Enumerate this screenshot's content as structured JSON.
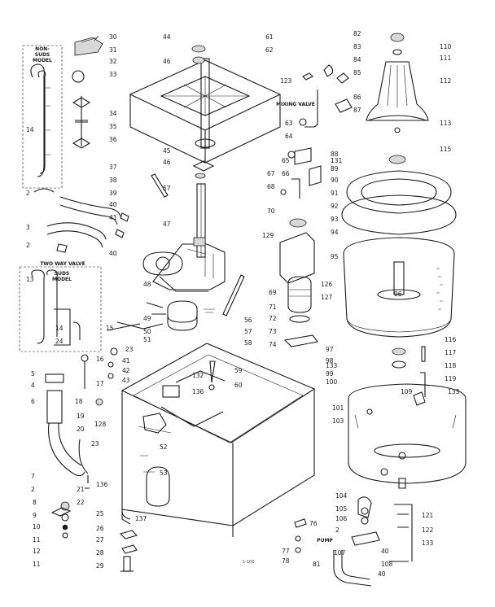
{
  "captions": {
    "non_suds": "NON-\nSUDS\nMODEL",
    "two_way": "TWO WAY VALVE",
    "suds": "SUDS\nMODEL",
    "mixing_valve": "MIXING VALVE",
    "pump": "PUMP",
    "code": "1-100"
  },
  "part_labels": [
    {
      "text": "30"
    },
    {
      "text": "31"
    },
    {
      "text": "32"
    },
    {
      "text": "33"
    },
    {
      "text": "34"
    },
    {
      "text": "35"
    },
    {
      "text": "36"
    },
    {
      "text": "14"
    },
    {
      "text": "2"
    },
    {
      "text": "3"
    },
    {
      "text": "2"
    },
    {
      "text": "37"
    },
    {
      "text": "38"
    },
    {
      "text": "39"
    },
    {
      "text": "40"
    },
    {
      "text": "41"
    },
    {
      "text": "40"
    },
    {
      "text": "44"
    },
    {
      "text": "46"
    },
    {
      "text": "45"
    },
    {
      "text": "46"
    },
    {
      "text": "47"
    },
    {
      "text": "48"
    },
    {
      "text": "49"
    },
    {
      "text": "50"
    },
    {
      "text": "51"
    },
    {
      "text": "57"
    },
    {
      "text": "61"
    },
    {
      "text": "62"
    },
    {
      "text": "67"
    },
    {
      "text": "68"
    },
    {
      "text": "70"
    },
    {
      "text": "129"
    },
    {
      "text": "56"
    },
    {
      "text": "57"
    },
    {
      "text": "58"
    },
    {
      "text": "59"
    },
    {
      "text": "60"
    },
    {
      "text": "132"
    },
    {
      "text": "136"
    },
    {
      "text": "82"
    },
    {
      "text": "83"
    },
    {
      "text": "84"
    },
    {
      "text": "85"
    },
    {
      "text": "86"
    },
    {
      "text": "87"
    },
    {
      "text": "123"
    },
    {
      "text": "63"
    },
    {
      "text": "64"
    },
    {
      "text": "65"
    },
    {
      "text": "66"
    },
    {
      "text": "88"
    },
    {
      "text": "131"
    },
    {
      "text": "89"
    },
    {
      "text": "90"
    },
    {
      "text": "91"
    },
    {
      "text": "92"
    },
    {
      "text": "93"
    },
    {
      "text": "94"
    },
    {
      "text": "95"
    },
    {
      "text": "69"
    },
    {
      "text": "71"
    },
    {
      "text": "72"
    },
    {
      "text": "73"
    },
    {
      "text": "74"
    },
    {
      "text": "126"
    },
    {
      "text": "127"
    },
    {
      "text": "110"
    },
    {
      "text": "111"
    },
    {
      "text": "112"
    },
    {
      "text": "113"
    },
    {
      "text": "115"
    },
    {
      "text": "96"
    },
    {
      "text": "97"
    },
    {
      "text": "98"
    },
    {
      "text": "99"
    },
    {
      "text": "133"
    },
    {
      "text": "100"
    },
    {
      "text": "116"
    },
    {
      "text": "117"
    },
    {
      "text": "118"
    },
    {
      "text": "119"
    },
    {
      "text": "109"
    },
    {
      "text": "101"
    },
    {
      "text": "103"
    },
    {
      "text": "133"
    },
    {
      "text": "13"
    },
    {
      "text": "14"
    },
    {
      "text": "24"
    },
    {
      "text": "5"
    },
    {
      "text": "4"
    },
    {
      "text": "6"
    },
    {
      "text": "7"
    },
    {
      "text": "2"
    },
    {
      "text": "15"
    },
    {
      "text": "16"
    },
    {
      "text": "17"
    },
    {
      "text": "18"
    },
    {
      "text": "19"
    },
    {
      "text": "20"
    },
    {
      "text": "21"
    },
    {
      "text": "22"
    },
    {
      "text": "23"
    },
    {
      "text": "23"
    },
    {
      "text": "41"
    },
    {
      "text": "42"
    },
    {
      "text": "43"
    },
    {
      "text": "128"
    },
    {
      "text": "52"
    },
    {
      "text": "53"
    },
    {
      "text": "136"
    },
    {
      "text": "137"
    },
    {
      "text": "8"
    },
    {
      "text": "9"
    },
    {
      "text": "10"
    },
    {
      "text": "11"
    },
    {
      "text": "12"
    },
    {
      "text": "11"
    },
    {
      "text": "25"
    },
    {
      "text": "26"
    },
    {
      "text": "27"
    },
    {
      "text": "28"
    },
    {
      "text": "29"
    },
    {
      "text": "76"
    },
    {
      "text": "77"
    },
    {
      "text": "78"
    },
    {
      "text": "104"
    },
    {
      "text": "105"
    },
    {
      "text": "106"
    },
    {
      "text": "2"
    },
    {
      "text": "107"
    },
    {
      "text": "40"
    },
    {
      "text": "108"
    },
    {
      "text": "40"
    },
    {
      "text": "81"
    },
    {
      "text": "121"
    },
    {
      "text": "122"
    },
    {
      "text": "133"
    }
  ]
}
